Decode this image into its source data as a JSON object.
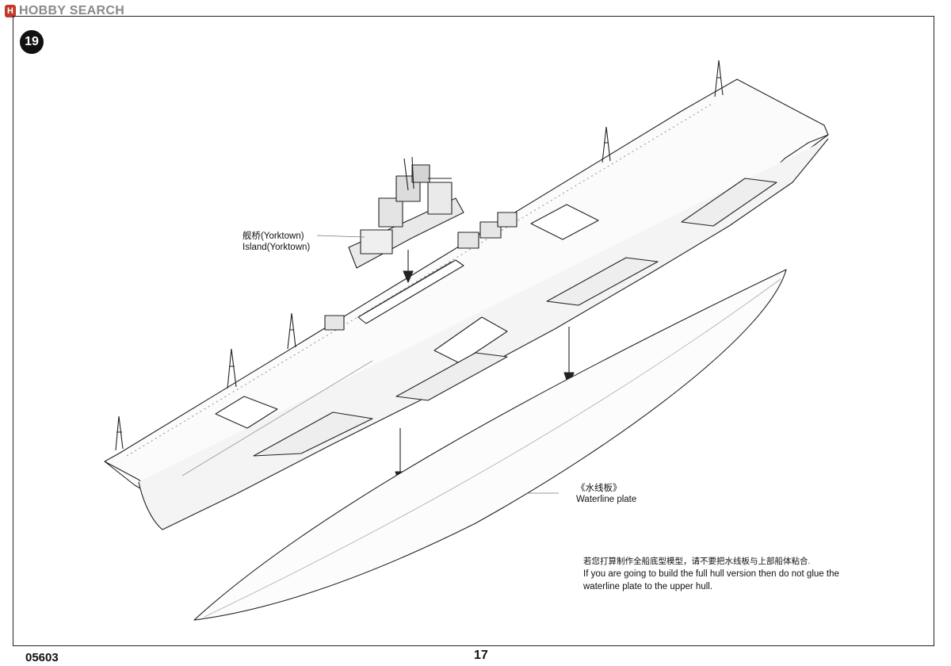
{
  "brand": {
    "logo_letter": "H",
    "name": "HOBBY SEARCH"
  },
  "step": {
    "number": "19"
  },
  "island_label": {
    "cn": "舰桥(Yorktown)",
    "en": "Island(Yorktown)"
  },
  "waterline_label": {
    "cn": "《水线板》",
    "en": "Waterline plate"
  },
  "instruction": {
    "cn": "若您打算制作全船底型模型，请不要把水线板与上部船体粘合.",
    "en_line1": "If you are going to build the full hull version then do not glue the",
    "en_line2": "waterline plate to the upper hull."
  },
  "footer": {
    "kit_code": "05603",
    "page": "17"
  },
  "colors": {
    "line": "#222222",
    "badge": "#111111",
    "brand_gray": "#8a8a8a",
    "brand_red": "#c0392b"
  }
}
